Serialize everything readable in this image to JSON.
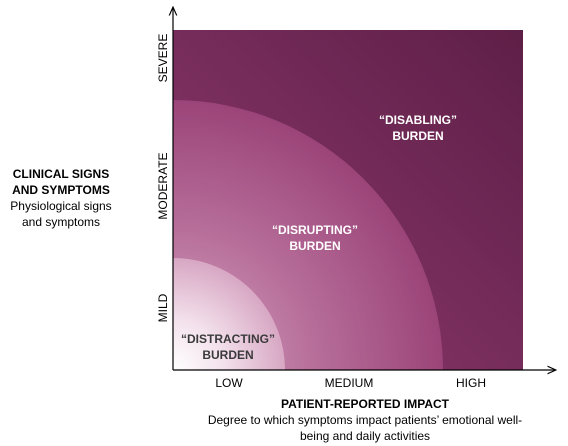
{
  "y_axis": {
    "title": "CLINICAL SIGNS AND SYMPTOMS",
    "subtitle": "Physiological signs and symptoms",
    "ticks": [
      "MILD",
      "MODERATE",
      "SEVERE"
    ]
  },
  "x_axis": {
    "title": "PATIENT-REPORTED IMPACT",
    "subtitle": "Degree to which symptoms impact patients’ emotional well-being and daily activities",
    "ticks": [
      "LOW",
      "MEDIUM",
      "HIGH"
    ]
  },
  "zones": {
    "distracting": {
      "line1": "“DISTRACTING”",
      "line2": "BURDEN"
    },
    "disrupting": {
      "line1": "“DISRUPTING”",
      "line2": "BURDEN"
    },
    "disabling": {
      "line1": "“DISABLING”",
      "line2": "BURDEN"
    }
  },
  "colors": {
    "outer": "#6f2553",
    "outer_light": "#8a3a6c",
    "middle": "#a54a80",
    "inner": "#ffffff",
    "dark_text": "#3a3a3a",
    "light_text": "#ffffff",
    "axis": "#000000"
  }
}
